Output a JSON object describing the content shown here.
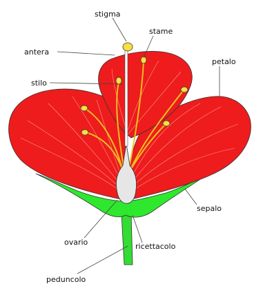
{
  "labels": {
    "stigma": "stigma",
    "stame": "stame",
    "antera": "antera",
    "petalo": "petalo",
    "stilo": "stilo",
    "sepalo": "sepalo",
    "ovario": "ovario",
    "ricettacolo": "ricettacolo",
    "peduncolo": "peduncolo"
  },
  "colors": {
    "petal": "#ee1c1c",
    "petal_vein": "#ffb0a8",
    "sepal": "#2ee82e",
    "stem": "#33dd33",
    "ovary": "#e6e6e6",
    "stamen_filament": "#f0c020",
    "anther": "#f7e040",
    "outline": "#333333"
  }
}
